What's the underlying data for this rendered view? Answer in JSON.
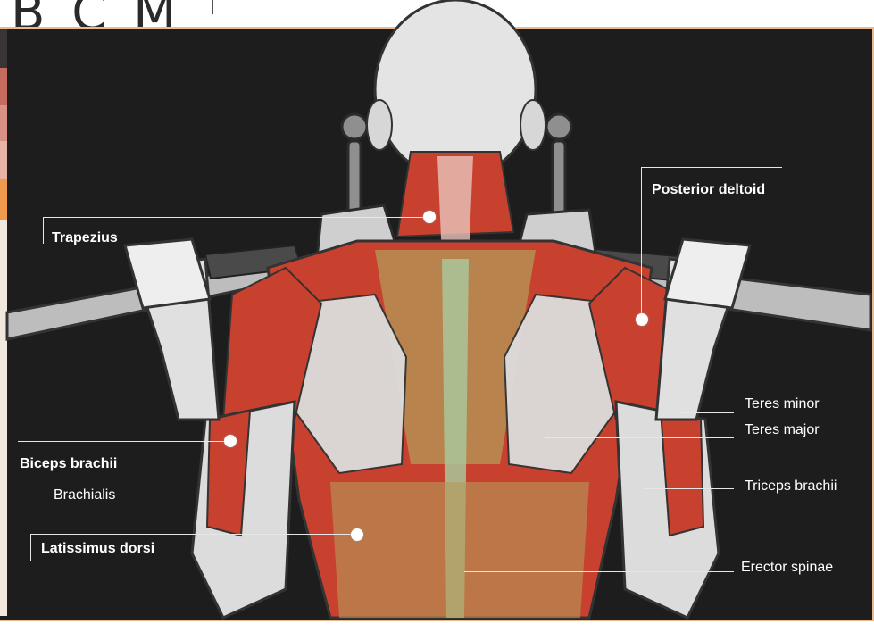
{
  "header": {
    "fragment": "B C M"
  },
  "labels": {
    "trapezius": "Trapezius",
    "posterior_deltoid": "Posterior deltoid",
    "biceps_brachii": "Biceps brachii",
    "brachialis": "Brachialis",
    "latissimus_dorsi": "Latissimus dorsi",
    "teres_minor": "Teres minor",
    "teres_major": "Teres major",
    "triceps_brachii": "Triceps brachii",
    "erector_spinae": "Erector spinae"
  },
  "colors": {
    "background": "#1e1d1d",
    "frame_border": "#e9b98f",
    "muscle_red": "#c8412f",
    "muscle_tan": "#b49a58",
    "spine_green": "#a9c79a",
    "skin_grey": "#dedede",
    "label_text": "#ffffff"
  }
}
